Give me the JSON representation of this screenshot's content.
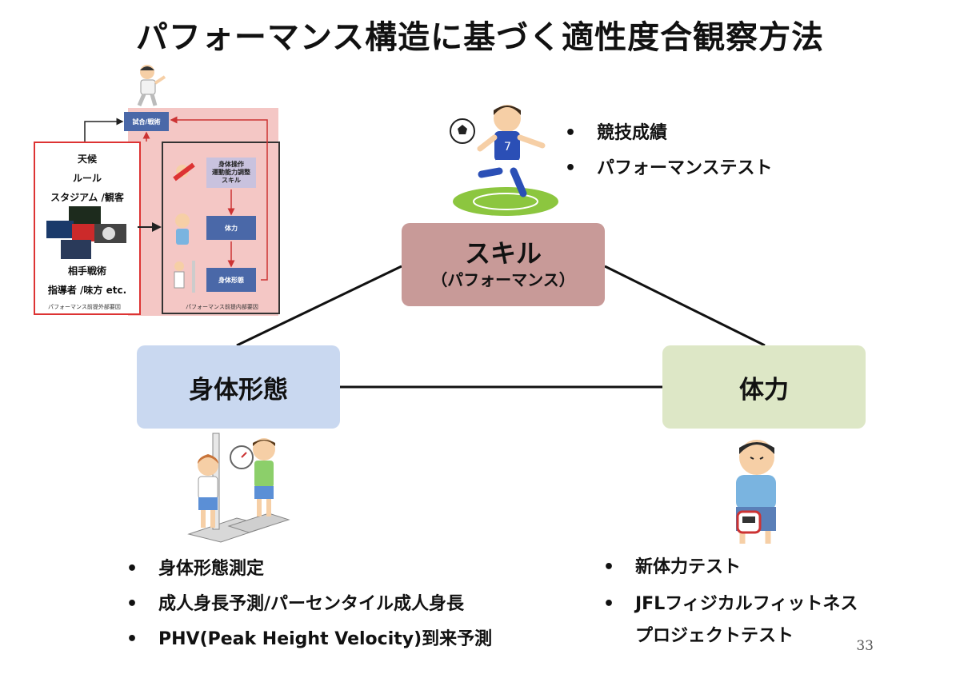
{
  "title": "パフォーマンス構造に基づく適性度合観察方法",
  "nodes": {
    "skill": {
      "label": "スキル",
      "sublabel": "（パフォーマンス）"
    },
    "body": {
      "label": "身体形態"
    },
    "fitness": {
      "label": "体力"
    }
  },
  "skill_list": [
    "競技成績",
    "パフォーマンステスト"
  ],
  "body_list": [
    "身体形態測定",
    "成人身長予測/パーセンタイル成人身長",
    "PHV(Peak Height Velocity)到来予測"
  ],
  "fitness_list": [
    "新体力テスト",
    "JFLフィジカルフィットネス",
    "プロジェクトテスト"
  ],
  "slide_number": "33",
  "overview": {
    "top_box": "試合/戦術",
    "external_factors": [
      "天候",
      "ルール",
      "スタジアム /観客",
      "相手戦術",
      "指導者 /味方 etc."
    ],
    "external_caption": "パフォーマンス前提外部要因",
    "internal_caption": "パフォーマンス前提内部要因",
    "box_skill": [
      "身体操作",
      "運動能力調整",
      "スキル"
    ],
    "box_fitness": "体力",
    "box_body": "身体形態"
  },
  "colors": {
    "skill": "#c89a98",
    "body": "#c9d8f0",
    "fitness": "#dde7c6",
    "overview_bg": "#f4c7c5",
    "overview_box": "#4a68a8"
  },
  "icons": [
    "baseball-player-icon",
    "soccer-player-icon",
    "children-height-scale-icon",
    "boy-grip-strength-icon",
    "stadium-photos"
  ]
}
